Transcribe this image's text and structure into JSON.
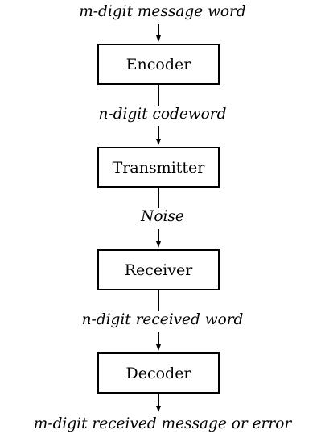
{
  "diagram": {
    "labels": {
      "input": "m-digit message word",
      "after_encoder": "n-digit codeword",
      "noise": "Noise",
      "after_receiver": "n-digit received word",
      "output": "m-digit received message or error"
    },
    "blocks": {
      "encoder": "Encoder",
      "transmitter": "Transmitter",
      "receiver": "Receiver",
      "decoder": "Decoder"
    }
  }
}
